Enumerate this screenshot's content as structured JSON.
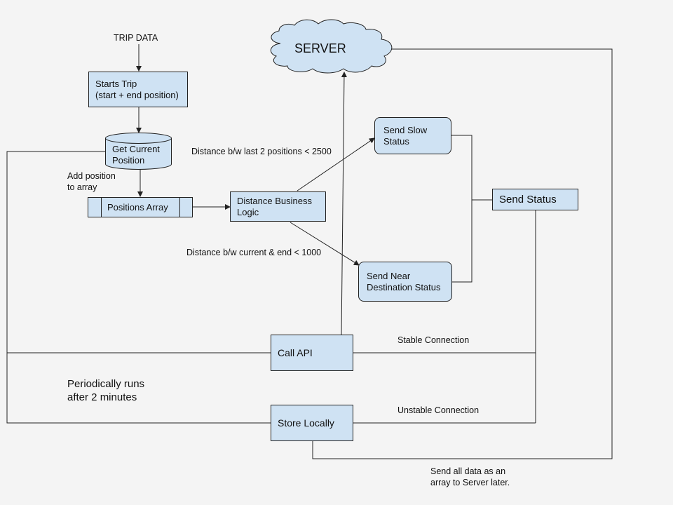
{
  "labels": {
    "trip_data": "TRIP DATA",
    "server": "SERVER",
    "add_position": "Add position\nto array",
    "condition_slow": "Distance b/w last 2 positions < 2500",
    "condition_near": "Distance b/w current & end < 1000",
    "stable_connection": "Stable Connection",
    "unstable_connection": "Unstable Connection",
    "periodic": "Periodically runs\nafter 2 minutes",
    "send_later": "Send all data as an\narray to Server later."
  },
  "nodes": {
    "starts_trip": "Starts Trip\n(start + end position)",
    "get_current_position": "Get Current\nPosition",
    "positions_array": "Positions Array",
    "distance_logic": "Distance Business\nLogic",
    "send_slow": "Send Slow\nStatus",
    "send_near": "Send Near\nDestination Status",
    "send_status": "Send Status",
    "call_api": "Call API",
    "store_locally": "Store Locally"
  },
  "colors": {
    "node_fill": "#cfe2f3",
    "stroke": "#222222",
    "background": "#f4f4f4"
  }
}
